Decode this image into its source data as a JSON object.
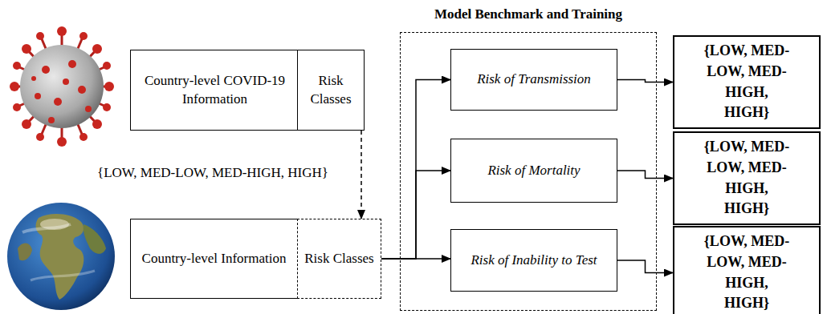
{
  "diagram": {
    "nodes": [
      {
        "text": [
          "Country-level COVID-19 Information"
        ]
      },
      {
        "text": [
          "Risk Classes"
        ]
      },
      {
        "text": [
          "Country-level Information"
        ]
      },
      {
        "text": [
          "Risk Classes"
        ]
      },
      {
        "text": [
          "Model Benchmark and Training"
        ]
      },
      {
        "text": [
          "Risk of Transmission"
        ],
        "in": 4
      },
      {
        "text": [
          "Risk of Mortality"
        ],
        "in": 4
      },
      {
        "text": [
          "Risk of Inability to Test"
        ],
        "in": 4
      },
      {
        "text": [
          "{LOW, MED-LOW, MED-HIGH, HIGH}"
        ]
      },
      {
        "text": [
          "{LOW, MED-LOW, MED-HIGH, HIGH}"
        ]
      },
      {
        "text": [
          "{LOW, MED-LOW, MED-HIGH, HIGH}"
        ]
      }
    ],
    "edges": [
      {
        "from": 1,
        "to": 3,
        "arrow": "to"
      },
      {
        "from": 3,
        "to": 5,
        "arrow": "to"
      },
      {
        "from": 3,
        "to": 6,
        "arrow": "to"
      },
      {
        "from": 3,
        "to": 7,
        "arrow": "to"
      },
      {
        "from": 5,
        "to": 8,
        "arrow": "to"
      },
      {
        "from": 6,
        "to": 9,
        "arrow": "to"
      },
      {
        "from": 7,
        "to": 10,
        "arrow": "to"
      }
    ],
    "labels": [
      "{LOW, MED-LOW, MED-HIGH, HIGH}"
    ]
  }
}
